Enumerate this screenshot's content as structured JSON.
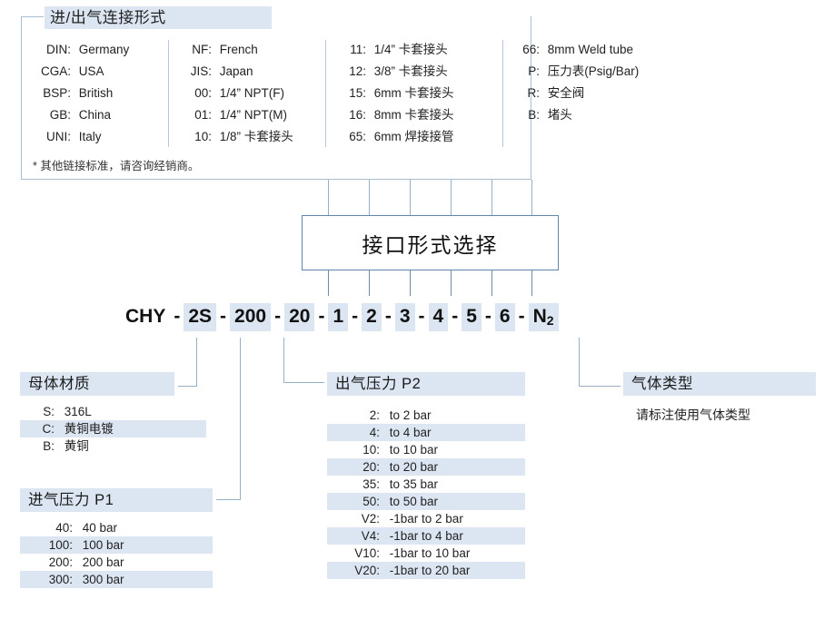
{
  "top_section": {
    "title": "进/出气连接形式",
    "columns": [
      {
        "rows": [
          {
            "key": "DIN:",
            "value": "Germany"
          },
          {
            "key": "CGA:",
            "value": "USA"
          },
          {
            "key": "BSP:",
            "value": "British"
          },
          {
            "key": "GB:",
            "value": "China"
          },
          {
            "key": "UNI:",
            "value": "Italy"
          }
        ]
      },
      {
        "rows": [
          {
            "key": "NF:",
            "value": "French"
          },
          {
            "key": "JIS:",
            "value": "Japan"
          },
          {
            "key": "00:",
            "value": "1/4” NPT(F)"
          },
          {
            "key": "01:",
            "value": "1/4” NPT(M)"
          },
          {
            "key": "10:",
            "value": "1/8” 卡套接头"
          }
        ]
      },
      {
        "rows": [
          {
            "key": "11:",
            "value": "1/4” 卡套接头"
          },
          {
            "key": "12:",
            "value": "3/8” 卡套接头"
          },
          {
            "key": "15:",
            "value": "6mm 卡套接头"
          },
          {
            "key": "16:",
            "value": "8mm 卡套接头"
          },
          {
            "key": "65:",
            "value": "6mm 焊接接管"
          }
        ]
      },
      {
        "rows": [
          {
            "key": "66:",
            "value": "8mm Weld tube"
          },
          {
            "key": "P:",
            "value": "压力表(Psig/Bar)"
          },
          {
            "key": "R:",
            "value": "安全阀"
          },
          {
            "key": "B:",
            "value": "堵头"
          }
        ]
      }
    ],
    "note": "* 其他链接标准，请咨询经销商。"
  },
  "interface_box": {
    "label": "接口形式选择"
  },
  "code": {
    "parts": [
      {
        "text": "CHY",
        "highlight": false
      },
      {
        "text": "2S",
        "highlight": true
      },
      {
        "text": "200",
        "highlight": true
      },
      {
        "text": "20",
        "highlight": true
      },
      {
        "text": "1",
        "highlight": true
      },
      {
        "text": "2",
        "highlight": true
      },
      {
        "text": "3",
        "highlight": true
      },
      {
        "text": "4",
        "highlight": true
      },
      {
        "text": "5",
        "highlight": true
      },
      {
        "text": "6",
        "highlight": true
      },
      {
        "text": "N2",
        "highlight": true
      }
    ],
    "separator": "-",
    "full_text": "CHY - 2S -200- 20 - 1 - 2 - 3 - 4 - 5 - 6 - N2",
    "gas_base": "N",
    "gas_sub": "2"
  },
  "body_material": {
    "title": "母体材质",
    "options": [
      {
        "key": "S:",
        "value": "316L",
        "alt": false
      },
      {
        "key": "C:",
        "value": "黄铜电镀",
        "alt": true
      },
      {
        "key": "B:",
        "value": "黄铜",
        "alt": false
      }
    ]
  },
  "inlet_pressure": {
    "title": "进气压力 P1",
    "options": [
      {
        "key": "40:",
        "value": "40 bar",
        "alt": false
      },
      {
        "key": "100:",
        "value": "100 bar",
        "alt": true
      },
      {
        "key": "200:",
        "value": "200 bar",
        "alt": false
      },
      {
        "key": "300:",
        "value": "300 bar",
        "alt": true
      }
    ]
  },
  "outlet_pressure": {
    "title": "出气压力 P2",
    "options": [
      {
        "key": "2:",
        "value": "to 2 bar",
        "alt": false
      },
      {
        "key": "4:",
        "value": "to 4 bar",
        "alt": true
      },
      {
        "key": "10:",
        "value": "to 10 bar",
        "alt": false
      },
      {
        "key": "20:",
        "value": "to 20 bar",
        "alt": true
      },
      {
        "key": "35:",
        "value": "to 35 bar",
        "alt": false
      },
      {
        "key": "50:",
        "value": "to 50 bar",
        "alt": true
      },
      {
        "key": "V2:",
        "value": "-1bar to 2 bar",
        "alt": false
      },
      {
        "key": "V4:",
        "value": "-1bar to 4 bar",
        "alt": true
      },
      {
        "key": "V10:",
        "value": "-1bar to 10 bar",
        "alt": false
      },
      {
        "key": "V20:",
        "value": "-1bar to 20 bar",
        "alt": true
      }
    ]
  },
  "gas_type": {
    "title": "气体类型",
    "note": "请标注使用气体类型"
  },
  "colors": {
    "highlight": "#dce6f2",
    "box_border": "#5f86ac",
    "line": "#6d8aa6",
    "light_border": "#a8bed2",
    "text": "#1a1a1a"
  }
}
